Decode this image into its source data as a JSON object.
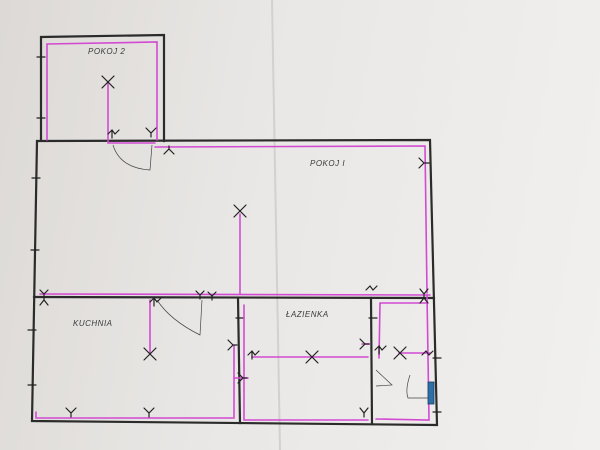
{
  "rooms": {
    "pokoj2": "POKOJ 2",
    "pokoj1": "POKOJ I",
    "kuchnia": "KUCHNIA",
    "lazienka": "ŁAZIENKA"
  },
  "colors": {
    "wall": "#2b2b2b",
    "wiring": "#d24ad2",
    "paper": "#ebe9e7",
    "meter_box": "#2f6fa8"
  },
  "symbols": {
    "ceiling_light": "cross-x-icon",
    "socket": "y-socket-icon",
    "switch": "switch-icon",
    "meter": "meter-box-icon"
  }
}
